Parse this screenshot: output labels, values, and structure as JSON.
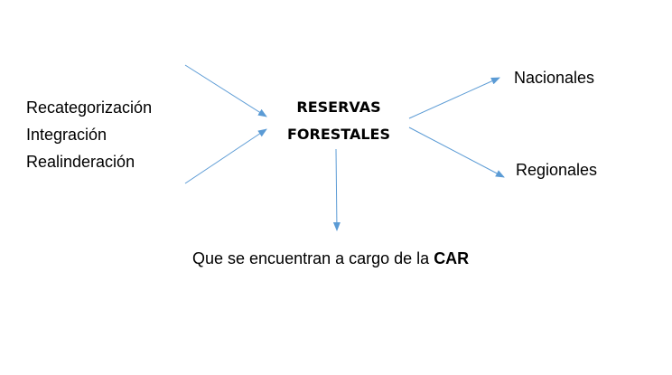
{
  "center": {
    "line1": "RESERVAS",
    "line2": "FORESTALES"
  },
  "left_items": [
    "Recategorización",
    "Integración",
    "Realinderación"
  ],
  "right": {
    "top": "Nacionales",
    "bottom": "Regionales"
  },
  "bottom": {
    "prefix": "Que se encuentran a cargo de la ",
    "emphasis": "CAR"
  },
  "colors": {
    "arrow": "#5b9bd5",
    "text": "#000000",
    "background": "#ffffff"
  }
}
